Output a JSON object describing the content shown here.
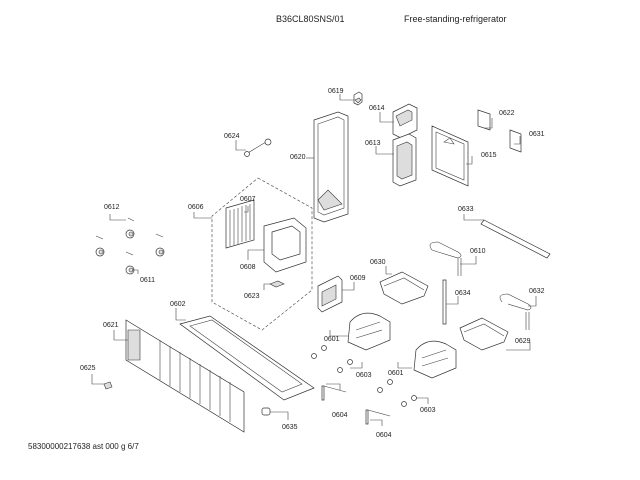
{
  "header": {
    "model": "B36CL80SNS/01",
    "description": "Free-standing-refrigerator"
  },
  "footer": {
    "doc_ref": "58300000217638 ast 000 g 6/7"
  },
  "parts": [
    {
      "id": "0619",
      "label": "0619"
    },
    {
      "id": "0614",
      "label": "0614"
    },
    {
      "id": "0622",
      "label": "0622"
    },
    {
      "id": "0631",
      "label": "0631"
    },
    {
      "id": "0624",
      "label": "0624"
    },
    {
      "id": "0620",
      "label": "0620"
    },
    {
      "id": "0613",
      "label": "0613"
    },
    {
      "id": "0615",
      "label": "0615"
    },
    {
      "id": "0612",
      "label": "0612"
    },
    {
      "id": "0606",
      "label": "0606"
    },
    {
      "id": "0607",
      "label": "0607"
    },
    {
      "id": "0633",
      "label": "0633"
    },
    {
      "id": "0610",
      "label": "0610"
    },
    {
      "id": "0611",
      "label": "0611"
    },
    {
      "id": "0608",
      "label": "0608"
    },
    {
      "id": "0630",
      "label": "0630"
    },
    {
      "id": "0609",
      "label": "0609"
    },
    {
      "id": "0634",
      "label": "0634"
    },
    {
      "id": "0632",
      "label": "0632"
    },
    {
      "id": "0623",
      "label": "0623"
    },
    {
      "id": "0602",
      "label": "0602"
    },
    {
      "id": "0629",
      "label": "0629"
    },
    {
      "id": "0621",
      "label": "0621"
    },
    {
      "id": "0601a",
      "label": "0601"
    },
    {
      "id": "0603a",
      "label": "0603"
    },
    {
      "id": "0601b",
      "label": "0601"
    },
    {
      "id": "0625",
      "label": "0625"
    },
    {
      "id": "0604a",
      "label": "0604"
    },
    {
      "id": "0603b",
      "label": "0603"
    },
    {
      "id": "0635",
      "label": "0635"
    },
    {
      "id": "0604b",
      "label": "0604"
    }
  ]
}
